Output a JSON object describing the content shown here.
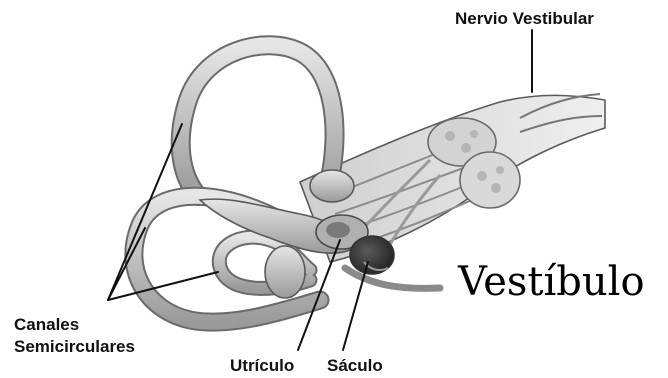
{
  "diagram": {
    "title": "Vestíbulo",
    "labels": {
      "nerve": "Nervio Vestibular",
      "canals_line1": "Canales",
      "canals_line2": "Semicirculares",
      "utricle": "Utrículo",
      "saccule": "Sáculo"
    }
  }
}
